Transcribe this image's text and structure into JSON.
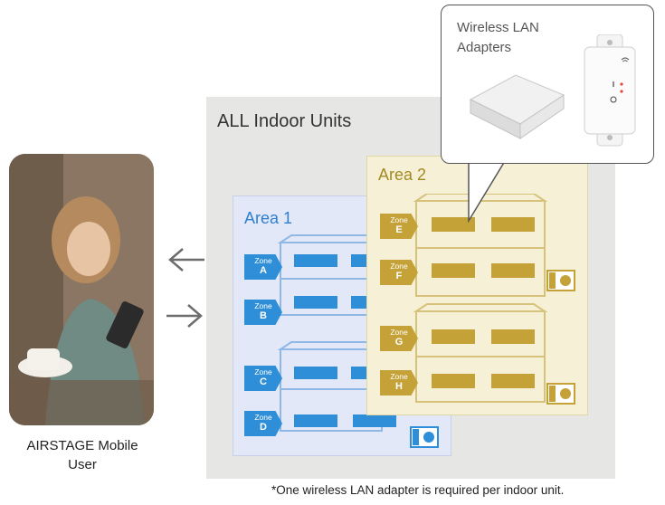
{
  "user": {
    "label_line1": "AIRSTAGE Mobile",
    "label_line2": "User"
  },
  "all_units": {
    "title": "ALL Indoor Units"
  },
  "area1": {
    "title": "Area 1",
    "zones": [
      {
        "prefix": "Zone",
        "letter": "A"
      },
      {
        "prefix": "Zone",
        "letter": "B"
      },
      {
        "prefix": "Zone",
        "letter": "C"
      },
      {
        "prefix": "Zone",
        "letter": "D"
      }
    ]
  },
  "area2": {
    "title": "Area 2",
    "zones": [
      {
        "prefix": "Zone",
        "letter": "E"
      },
      {
        "prefix": "Zone",
        "letter": "F"
      },
      {
        "prefix": "Zone",
        "letter": "G"
      },
      {
        "prefix": "Zone",
        "letter": "H"
      }
    ]
  },
  "callout": {
    "title": "Wireless LAN Adapters"
  },
  "footnote": "*One wireless LAN adapter is required per indoor unit.",
  "colors": {
    "blue_accent": "#2e8fd8",
    "gold_accent": "#c4a238",
    "area1_bg": "#e3e8f8",
    "area2_bg": "#f5f0d6",
    "container_bg": "#e6e6e4"
  }
}
